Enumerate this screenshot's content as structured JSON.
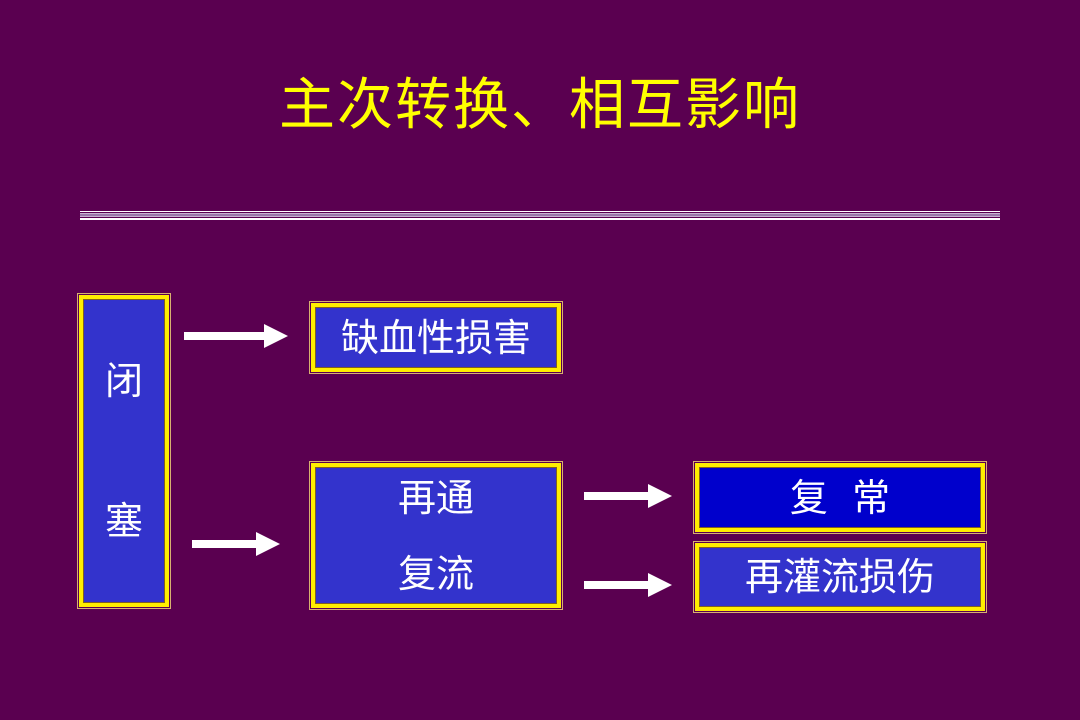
{
  "slide": {
    "title": "主次转换、相互影响",
    "colors": {
      "background": "#5a0050",
      "title": "#ffff00",
      "box_fill": "#3333cc",
      "box_fill_highlight": "#0000cc",
      "box_border": "#ffee00",
      "text": "#ffffff",
      "arrow": "#ffffff"
    }
  },
  "diagram": {
    "nodes": {
      "occlusion": {
        "line1": "闭",
        "line2": "塞"
      },
      "ischemic_injury": {
        "label": "缺血性损害"
      },
      "reperfusion": {
        "line1": "再通",
        "line2": "复流"
      },
      "recovery": {
        "label": "复  常"
      },
      "reperfusion_injury": {
        "label": "再灌流损伤"
      }
    },
    "edges": [
      {
        "from": "occlusion",
        "to": "ischemic_injury",
        "icon": "right-arrow"
      },
      {
        "from": "occlusion",
        "to": "reperfusion",
        "icon": "right-arrow"
      },
      {
        "from": "reperfusion",
        "to": "recovery",
        "icon": "right-arrow"
      },
      {
        "from": "reperfusion",
        "to": "reperfusion_injury",
        "icon": "right-arrow"
      }
    ]
  }
}
